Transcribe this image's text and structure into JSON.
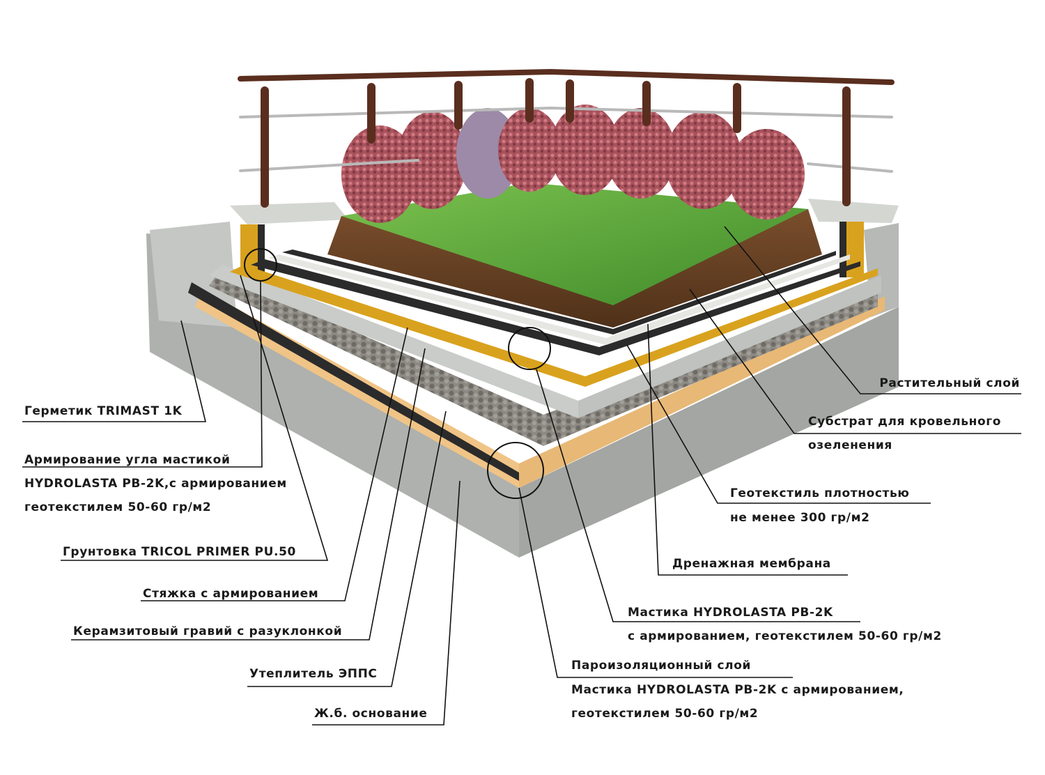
{
  "labels": {
    "plant_layer": "Растительный слой",
    "substrate_1": "Субстрат для кровельного",
    "substrate_2": "озеленения",
    "geotextile_1": "Геотекстиль плотностью",
    "geotextile_2": "не менее 300 гр/м2",
    "drainage": "Дренажная мембрана",
    "mastic_1": "Мастика HYDROLASTA PB-2K",
    "mastic_2": "с армированием, геотекстилем 50-60 гр/м2",
    "vapor_1": "Пароизоляционный слой",
    "vapor_2": "Мастика HYDROLASTA PB-2K с армированием,",
    "vapor_3": "геотекстилем 50-60 гр/м2",
    "sealant": "Герметик TRIMAST 1K",
    "corner_1": "Армирование угла мастикой",
    "corner_2": "HYDROLASTA PB-2K,с армированием",
    "corner_3": "геотекстилем 50-60 гр/м2",
    "primer": "Грунтовка TRICOL PRIMER PU.50",
    "screed": "Стяжка с армированием",
    "gravel": "Керамзитовый гравий с разуклонкой",
    "insulation": "Утеплитель ЭППС",
    "base": "Ж.б. основание"
  },
  "colors": {
    "concrete": "#b9bcb8",
    "concrete_dark": "#8f938f",
    "xps": "#f0c486",
    "mastic_yellow": "#d9a21e",
    "membrane_black": "#2b2b2b",
    "soil": "#6b4426",
    "grass": "#5da33a",
    "shrub": "#b8606a",
    "railing": "#5a2e1e"
  }
}
